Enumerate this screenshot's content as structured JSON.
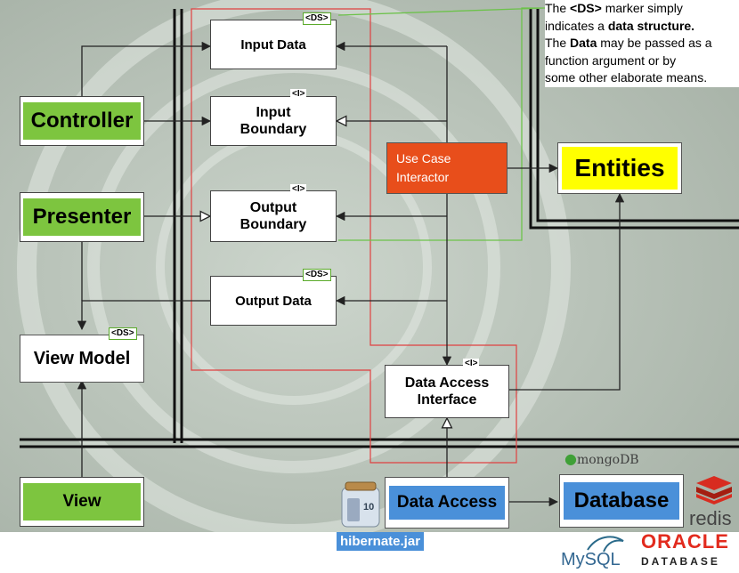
{
  "note": {
    "line1_pre": "The ",
    "line1_bold": "<DS>",
    "line1_post": " marker simply",
    "line2_pre": "indicates a ",
    "line2_bold": "data structure.",
    "line3_pre": "The ",
    "line3_bold": "Data",
    "line3_post": " may be passed as a",
    "line4": "function argument or by",
    "line5": "some other elaborate means."
  },
  "boxes": {
    "controller": "Controller",
    "presenter": "Presenter",
    "view_model": "View Model",
    "view": "View",
    "input_data": "Input Data",
    "input_boundary_1": "Input",
    "input_boundary_2": "Boundary",
    "output_boundary_1": "Output",
    "output_boundary_2": "Boundary",
    "output_data": "Output Data",
    "use_case_1": "Use Case",
    "use_case_2": "Interactor",
    "entities": "Entities",
    "data_access_interface_1": "Data Access",
    "data_access_interface_2": "Interface",
    "data_access": "Data Access",
    "database": "Database"
  },
  "markers": {
    "ds": "<DS>",
    "i": "<I>"
  },
  "logos": {
    "hibernate": "hibernate.jar",
    "jar_label": "10",
    "mongodb": "mongoDB",
    "redis": "redis",
    "mysql": "MySQL",
    "oracle": "ORACLE",
    "oracle_sub": "DATABASE"
  },
  "colors": {
    "green": "#7dc53f",
    "blue": "#4a90d9",
    "orange": "#e84e1b",
    "yellow": "#ffff00",
    "red_line": "#e04040",
    "green_line": "#6cc24a"
  }
}
